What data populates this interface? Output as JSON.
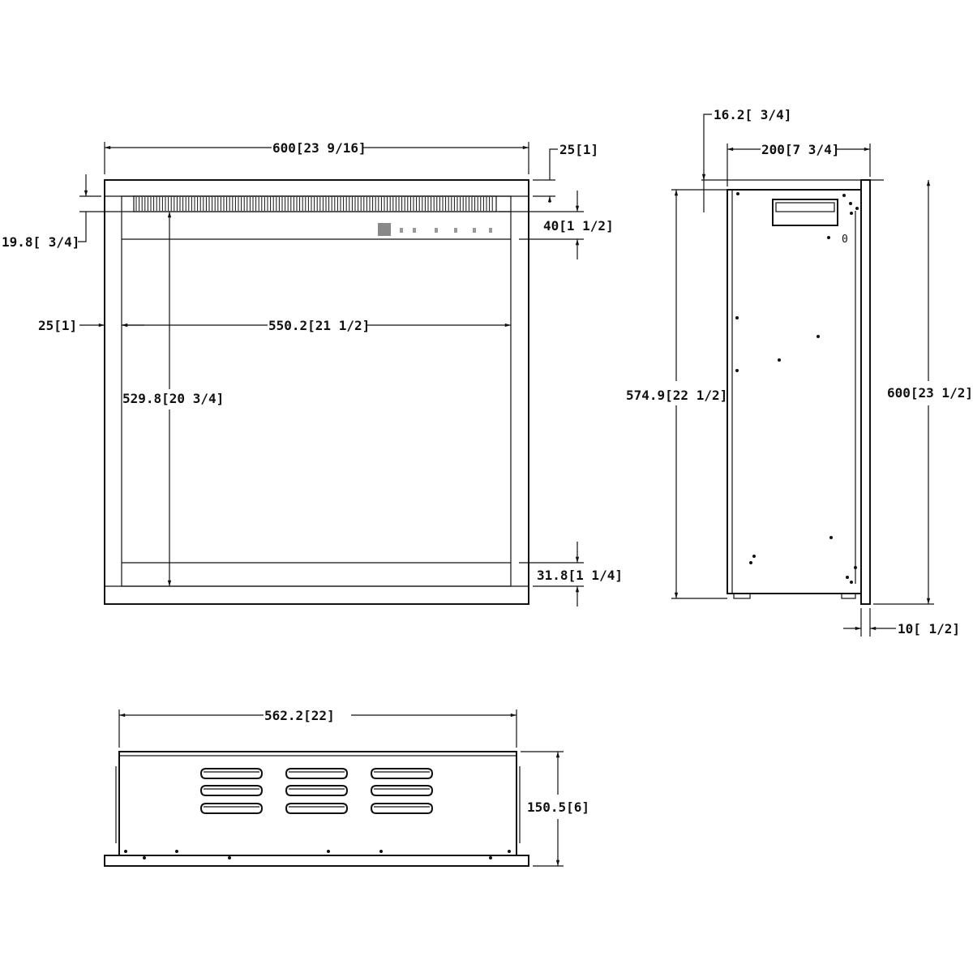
{
  "drawing": {
    "line_color": "#111111",
    "views": {
      "front": {
        "dimensions": {
          "overall_width": "600[23 9/16]",
          "top_frame": "25[1]",
          "vent_height": "19.8[ 3/4]",
          "control_band": "40[1 1/2]",
          "side_frame": "25[1]",
          "opening_width": "550.2[21 1/2]",
          "opening_height": "529.8[20 3/4]",
          "bottom_band": "31.8[1 1/4]"
        }
      },
      "side": {
        "dimensions": {
          "top_offset": "16.2[ 3/4]",
          "depth": "200[7 3/4]",
          "body_height": "574.9[22 1/2]",
          "overall_height": "600[23 1/2]",
          "front_panel": "10[ 1/2]"
        },
        "marking": "0"
      },
      "bottom": {
        "dimensions": {
          "width": "562.2[22]",
          "height": "150.5[6]"
        }
      }
    }
  }
}
